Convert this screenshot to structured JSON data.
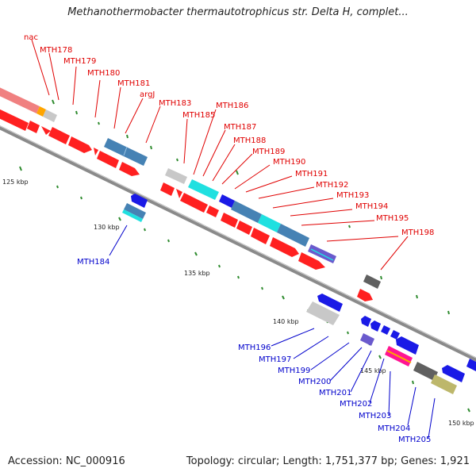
{
  "title": "Methanothermobacter thermautotrophicus str. Delta H, complet...",
  "footer": {
    "accession": "Accession: NC_000916",
    "info": "Topology: circular; Length: 1,751,377 bp; Genes: 1,921"
  },
  "colors": {
    "forward_label": "#e00000",
    "reverse_label": "#0000cc",
    "backbone": "#808080",
    "tick": "#2e8b2e"
  },
  "ticks": [
    "125 kbp",
    "130 kbp",
    "135 kbp",
    "140 kbp",
    "145 kbp",
    "150 kbp"
  ],
  "forward_labels": [
    "nac",
    "MTH178",
    "MTH179",
    "MTH180",
    "MTH181",
    "argJ",
    "MTH183",
    "MTH185",
    "MTH186",
    "MTH187",
    "MTH188",
    "MTH189",
    "MTH190",
    "MTH191",
    "MTH192",
    "MTH193",
    "MTH194",
    "MTH195",
    "MTH198"
  ],
  "reverse_labels": [
    "MTH184",
    "MTH196",
    "MTH197",
    "MTH199",
    "MTH200",
    "MTH201",
    "MTH202",
    "MTH203",
    "MTH204",
    "MTH205"
  ],
  "track_colors": {
    "forward_cds": "#ff2020",
    "reverse_cds": "#1a1ae6",
    "steelblue": "#4682b4",
    "cyan": "#20e0e0",
    "light_gray": "#c8c8c8",
    "dark_gray": "#606060",
    "salmon": "#f08080",
    "orange": "#ffa500",
    "slate": "#6a5acd",
    "khaki": "#bdb76b",
    "pink": "#ff1493"
  }
}
